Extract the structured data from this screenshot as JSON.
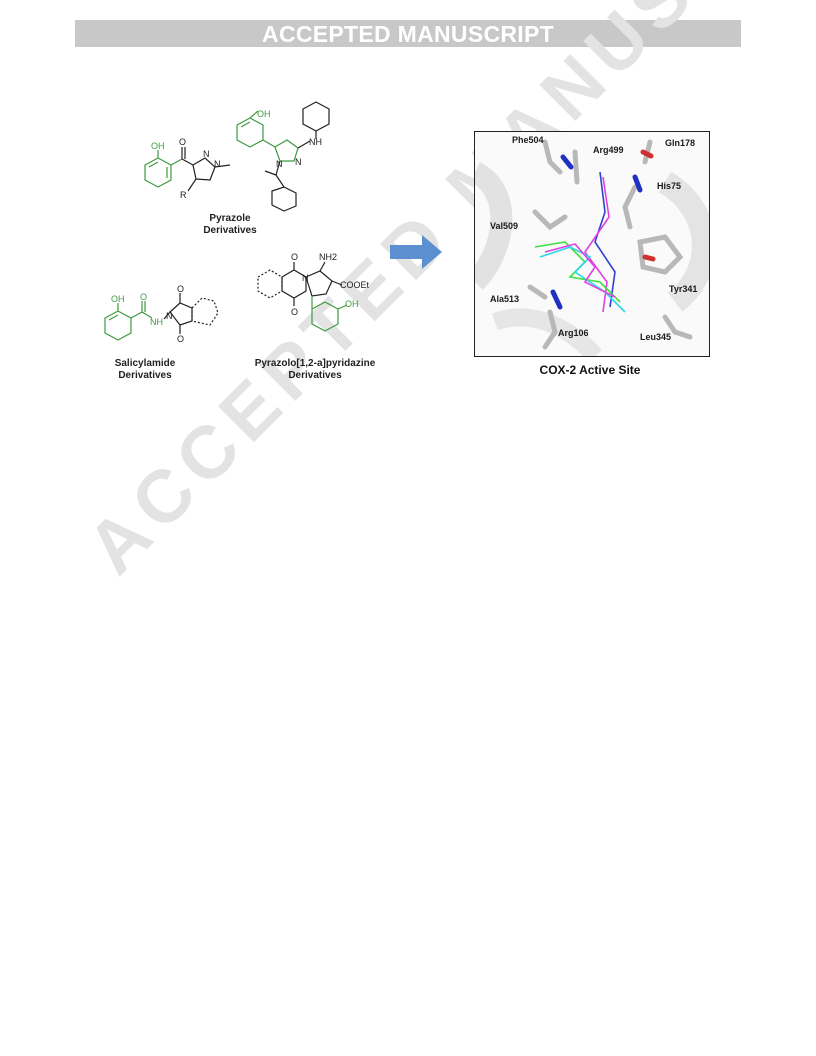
{
  "header": {
    "banner": "ACCEPTED MANUSCRIPT"
  },
  "watermark": "ACCEPTED MANUSCRIPT",
  "figure": {
    "labels": {
      "pyrazole": [
        "Pyrazole",
        "Derivatives"
      ],
      "salicylamide": [
        "Salicylamide",
        "Derivatives"
      ],
      "pyridazine": [
        "Pyrazolo[1,2-a]pyridazine",
        "Derivatives"
      ]
    },
    "atoms": {
      "oh": "OH",
      "nh": "NH",
      "n": "N",
      "o": "O",
      "r": "R",
      "nh2": "NH2",
      "cooet": "COOEt"
    },
    "active_site": {
      "caption": "COX-2 Active Site",
      "residues": [
        "Phe504",
        "Arg499",
        "Gln178",
        "His75",
        "Val509",
        "Tyr341",
        "Ala513",
        "Arg106",
        "Leu345"
      ]
    },
    "colors": {
      "salicyl_green": "#3e9b3e",
      "arrow_blue": "#5b8fd0",
      "ligand_magenta": "#e040e0",
      "ligand_cyan": "#28d8e8",
      "ligand_green": "#40e040",
      "ligand_blue": "#3040d0",
      "nitrogen_blue": "#2030c0",
      "oxygen_red": "#d03030"
    }
  }
}
